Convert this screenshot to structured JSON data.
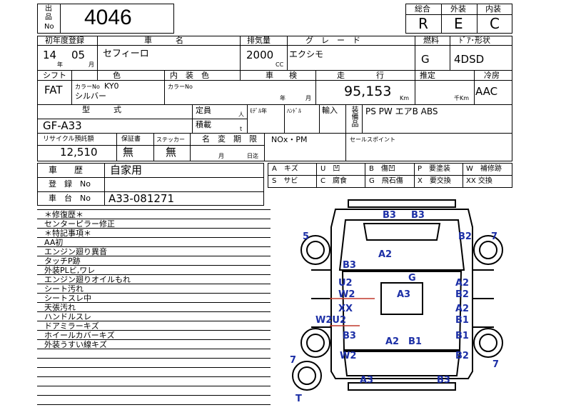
{
  "lot": {
    "label_top": "出",
    "label_mid": "品",
    "label_bot": "No",
    "number": "4046"
  },
  "grades": {
    "overall_label": "総合",
    "exterior_label": "外装",
    "interior_label": "内装",
    "overall": "R",
    "exterior": "E",
    "interior": "C"
  },
  "row1": {
    "reg_label": "初年度登録",
    "name_label": "車　　　名",
    "disp_label": "排気量",
    "grade_label": "グ　レ　ー　ド",
    "fuel_label": "燃料",
    "shape_label": "ﾄﾞｱ･形状",
    "year": "14",
    "year_unit": "年",
    "month": "05",
    "month_unit": "月",
    "car_name": "セフィーロ",
    "displacement": "2000",
    "cc": "CC",
    "grade": "エクシモ",
    "fuel": "G",
    "shape": "4DSD"
  },
  "row2": {
    "shift_label": "シフト",
    "color_label": "色",
    "interior_label": "内　装　色",
    "inspection_label": "車　　検",
    "mileage_label": "走　　　　行",
    "estimate_label": "推定",
    "ac_label": "冷房",
    "shift": "FAT",
    "color_no_label": "カラーNo",
    "color_no": "KY0",
    "color_name": "シルバー",
    "int_color_no_label": "カラーNo",
    "insp_year_unit": "年",
    "insp_month_unit": "月",
    "mileage": "95,153",
    "km": "Km",
    "thousand_km": "千Km",
    "ac": "AAC"
  },
  "row3": {
    "model_label": "型　　　式",
    "capacity_label": "定員",
    "capacity_unit": "人",
    "load_label": "積載",
    "load_unit": "t",
    "model_change_label": "ﾓﾃﾞﾙ年",
    "handle_label": "ﾊﾝﾄﾞﾙ",
    "import_label": "輸入",
    "equip_label": "装備品",
    "model": "GF-A33",
    "equipment": "PS PW エアB ABS"
  },
  "row4": {
    "recycle_label": "リサイクル預託額",
    "warranty_label": "保証書",
    "sticker_label": "ステッカー",
    "change_label": "名　変　期　限",
    "month_unit": "月",
    "day_unit": "日迄",
    "nox_label": "NOx・PM",
    "sales_label": "セールスポイント",
    "recycle": "12,510",
    "warranty": "無",
    "sticker": "無"
  },
  "history": {
    "history_label": "車　　歴",
    "history_value": "自家用",
    "reg_label": "登　録　No",
    "chassis_label": "車　台　No",
    "chassis_value": "A33-081271"
  },
  "legend": [
    [
      "A　キズ",
      "U　凹",
      "B　傷凹",
      "P　要塗装",
      "W　補修跡"
    ],
    [
      "S　サビ",
      "C　腐食",
      "G　飛石傷",
      "X　要交換",
      "XX 交換"
    ]
  ],
  "notes": [
    "＊修復歴＊",
    "センターピラー修正",
    "＊特記事項＊",
    "AA初",
    "エンジン廻り異音",
    "タッチP跡",
    "外装PLビ,ワレ",
    "エンジン廻りオイルもれ",
    "シート汚れ",
    "シートスレ中",
    "天張汚れ",
    "ハンドルスレ",
    "ドアミラーキズ",
    "ホイールカバーキズ",
    "外装うすい線キズ"
  ],
  "damage_marks": {
    "b3_front_left": "B3",
    "b3_front_right": "B3",
    "m5": "5",
    "b2_fr": "B2",
    "m7_fr": "7",
    "a2_hood": "A2",
    "b3_left_a": "B3",
    "u2": "U2",
    "g": "G",
    "a2_right_a": "A2",
    "w2_left_a": "W2",
    "a3_roof": "A3",
    "b2_right_a": "B2",
    "xx": "XX",
    "a2_right_b": "A2",
    "w2u2": "W2U2",
    "b1_right_a": "B1",
    "b3_left_b": "B3",
    "b1_right_b": "B1",
    "a2_trunk": "A2",
    "b1_trunk": "B1",
    "m7_rl": "7",
    "w2_left_b": "W2",
    "b2_rr": "B2",
    "m7_rr": "7",
    "a3_rear": "A3",
    "b3_rear": "B3",
    "t": "T"
  },
  "colors": {
    "damage_mark": "#1c2fa6",
    "repair_line": "#c0392b"
  }
}
